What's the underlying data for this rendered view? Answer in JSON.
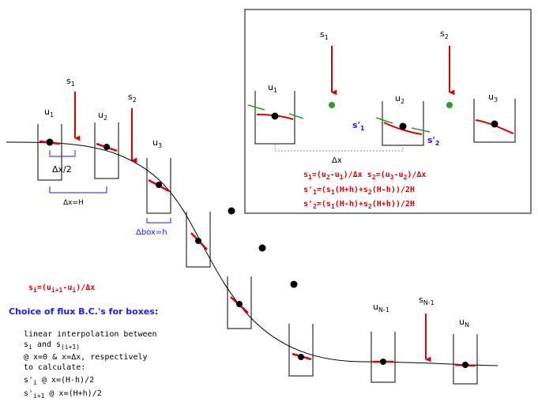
{
  "colors": {
    "arrow": "#e00000",
    "gradient": "#e00000",
    "slope": "#2a9a2a",
    "measure": "#1a1aff",
    "text": "#000000"
  },
  "main": {
    "boxes": [
      {
        "name": "u",
        "sub": "1"
      },
      {
        "name": "u",
        "sub": "2"
      },
      {
        "name": "u",
        "sub": "3"
      },
      {
        "name": "",
        "sub": ""
      },
      {
        "name": "",
        "sub": ""
      },
      {
        "name": "",
        "sub": ""
      },
      {
        "name": "u",
        "sub": "N-1"
      },
      {
        "name": "u",
        "sub": "N"
      }
    ],
    "fluxes": [
      {
        "name": "s",
        "sub": "1"
      },
      {
        "name": "s",
        "sub": "2"
      },
      {
        "name": "s",
        "sub": "N-1"
      }
    ],
    "dx_half": "Δx/2",
    "dx_eq": "Δx=H",
    "dbox": "Δbox=h",
    "flux_formula": {
      "a": "s",
      "b": "i",
      "c": "=(u",
      "d": "i+1",
      "e": "-u",
      "f": "i",
      "g": ")/Δx"
    },
    "bc_title": "Choice of flux B.C.'s for boxes:",
    "bc_lines": {
      "l1": "linear interpolation between",
      "l2a": "s",
      "l2b": "i",
      "l2c": " and s",
      "l2d": "(i+1)",
      "l3": "@ x=0 & x=Δx, respectively",
      "l4": "to calculate:",
      "l5a": "s'",
      "l5b": "i",
      "l5c": "   @ x=(H-h)/2",
      "l6a": "s'",
      "l6b": "i+1",
      "l6c": " @ x=(H+h)/2"
    }
  },
  "inset": {
    "u1": {
      "name": "u",
      "sub": "1"
    },
    "u2": {
      "name": "u",
      "sub": "2"
    },
    "u3": {
      "name": "u",
      "sub": "3"
    },
    "s1": {
      "name": "s",
      "sub": "1"
    },
    "s2": {
      "name": "s",
      "sub": "2"
    },
    "sp1": {
      "name": "s'",
      "sub": "1"
    },
    "sp2": {
      "name": "s'",
      "sub": "2"
    },
    "dx": "Δx",
    "f1": {
      "a": "s",
      "b": "1",
      "c": "=(u",
      "d": "2",
      "e": "-u",
      "f": "1",
      "g": ")/Δx",
      "h": "   s",
      "i": "2",
      "j": "=(u",
      "k": "3",
      "l": "-u",
      "m": "2",
      "n": ")/Δx"
    },
    "f2": {
      "a": "s'",
      "b": "1",
      "c": "=(s",
      "d": "1",
      "e": "(H+h)+s",
      "f": "2",
      "g": "(H-h))/2H"
    },
    "f3": {
      "a": "s'",
      "b": "2",
      "c": "=(s",
      "d": "1",
      "e": "(H-h)+s",
      "f": "2",
      "g": "(H+h))/2H"
    }
  }
}
